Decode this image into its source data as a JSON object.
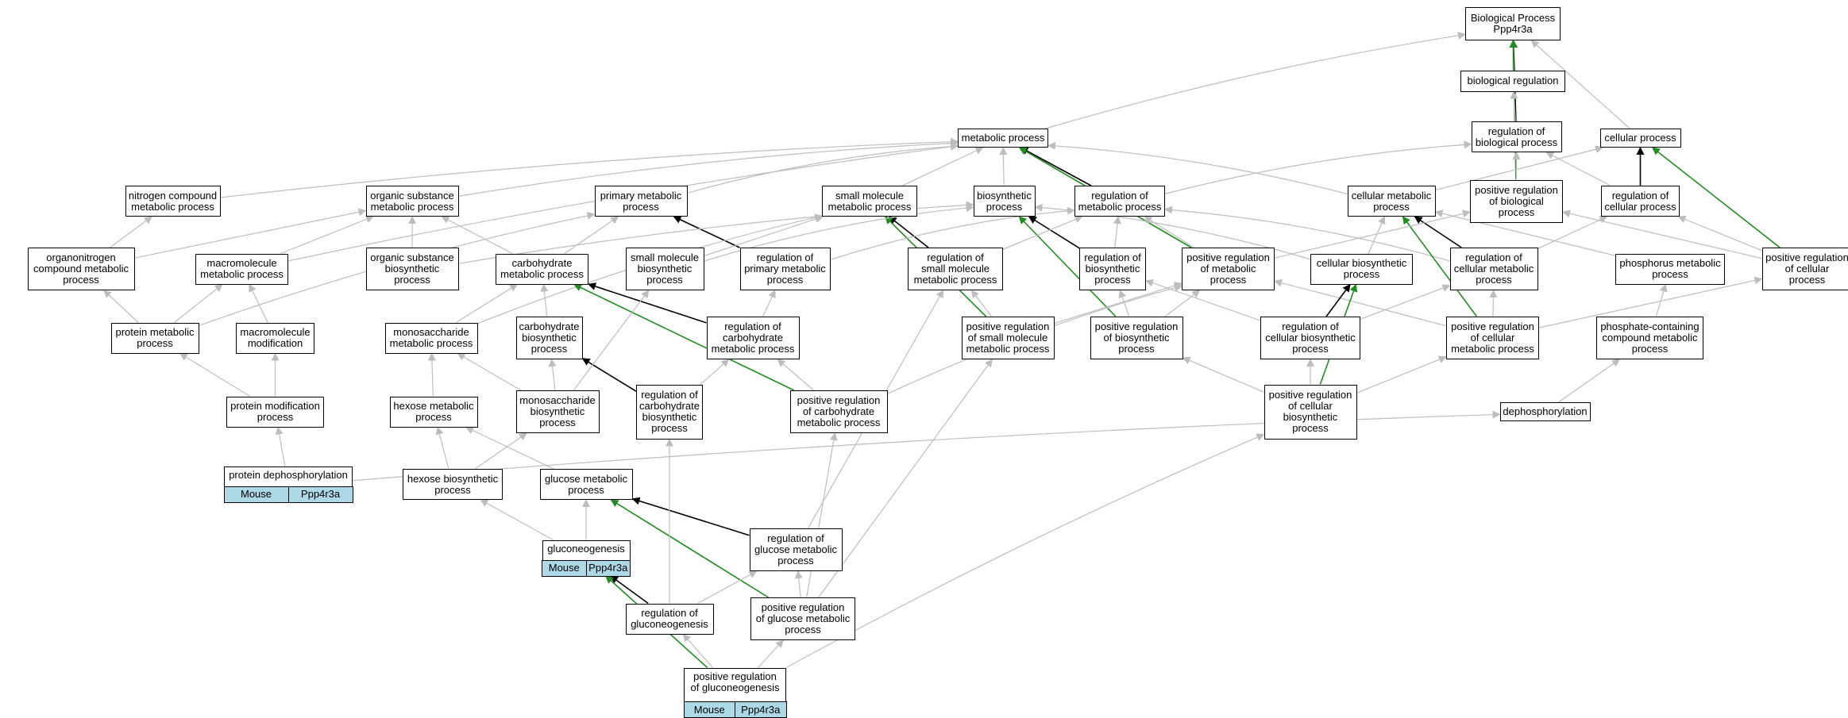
{
  "legend": {
    "organism": "Mouse",
    "gene": "Ppp4r3a"
  },
  "colors": {
    "is_a": "#bdbdbd",
    "regulates": "#000000",
    "positively_regulates": "#228b22",
    "annotation_fill": "#add8e6"
  },
  "nodes": [
    {
      "id": "root",
      "label": "Biological Process\nPpp4r3a"
    },
    {
      "id": "bioreg",
      "label": "biological regulation"
    },
    {
      "id": "regbio",
      "label": "regulation of\nbiological process"
    },
    {
      "id": "cellproc",
      "label": "cellular process"
    },
    {
      "id": "metab",
      "label": "metabolic process"
    },
    {
      "id": "nitrogen",
      "label": "nitrogen compound\nmetabolic process"
    },
    {
      "id": "orgsub",
      "label": "organic substance\nmetabolic process"
    },
    {
      "id": "primary",
      "label": "primary metabolic\nprocess"
    },
    {
      "id": "smallmol",
      "label": "small molecule\nmetabolic process"
    },
    {
      "id": "biosyn",
      "label": "biosynthetic\nprocess"
    },
    {
      "id": "regmetab",
      "label": "regulation of\nmetabolic process"
    },
    {
      "id": "cellmetab",
      "label": "cellular metabolic\nprocess"
    },
    {
      "id": "posregbio",
      "label": "positive regulation\nof biological\nprocess"
    },
    {
      "id": "regcell",
      "label": "regulation of\ncellular process"
    },
    {
      "id": "organonitrogen",
      "label": "organonitrogen\ncompound metabolic\nprocess"
    },
    {
      "id": "macromol",
      "label": "macromolecule\nmetabolic process"
    },
    {
      "id": "orgsubbio",
      "label": "organic substance\nbiosynthetic\nprocess"
    },
    {
      "id": "carbmetab",
      "label": "carbohydrate\nmetabolic process"
    },
    {
      "id": "smallmolbio",
      "label": "small molecule\nbiosynthetic\nprocess"
    },
    {
      "id": "regprimary",
      "label": "regulation of\nprimary metabolic\nprocess"
    },
    {
      "id": "regsmallmol",
      "label": "regulation of\nsmall molecule\nmetabolic process"
    },
    {
      "id": "regbiosyn",
      "label": "regulation of\nbiosynthetic\nprocess"
    },
    {
      "id": "posregmetab",
      "label": "positive regulation\nof metabolic\nprocess"
    },
    {
      "id": "cellbiosyn",
      "label": "cellular biosynthetic\nprocess"
    },
    {
      "id": "regcellmetab",
      "label": "regulation of\ncellular metabolic\nprocess"
    },
    {
      "id": "phosphorus",
      "label": "phosphorus metabolic\nprocess"
    },
    {
      "id": "posregcell",
      "label": "positive regulation\nof cellular\nprocess"
    },
    {
      "id": "proteinmetab",
      "label": "protein metabolic\nprocess"
    },
    {
      "id": "macromod",
      "label": "macromolecule\nmodification"
    },
    {
      "id": "monosacmetab",
      "label": "monosaccharide\nmetabolic process"
    },
    {
      "id": "carbbio",
      "label": "carbohydrate\nbiosynthetic\nprocess"
    },
    {
      "id": "regcarb",
      "label": "regulation of\ncarbohydrate\nmetabolic process"
    },
    {
      "id": "posregsmall",
      "label": "positive regulation\nof small molecule\nmetabolic process"
    },
    {
      "id": "posregbiosyn",
      "label": "positive regulation\nof biosynthetic\nprocess"
    },
    {
      "id": "regcellbiosyn",
      "label": "regulation of\ncellular biosynthetic\nprocess"
    },
    {
      "id": "posregcellmetab",
      "label": "positive regulation\nof cellular\nmetabolic process"
    },
    {
      "id": "phosphate",
      "label": "phosphate-containing\ncompound metabolic\nprocess"
    },
    {
      "id": "protmod",
      "label": "protein modification\nprocess"
    },
    {
      "id": "hexosemetab",
      "label": "hexose metabolic\nprocess"
    },
    {
      "id": "monosacbio",
      "label": "monosaccharide\nbiosynthetic\nprocess"
    },
    {
      "id": "regcarbbio",
      "label": "regulation of\ncarbohydrate\nbiosynthetic\nprocess"
    },
    {
      "id": "posregcarb",
      "label": "positive regulation\nof carbohydrate\nmetabolic process"
    },
    {
      "id": "posregcellbiosyn",
      "label": "positive regulation\nof cellular\nbiosynthetic\nprocess"
    },
    {
      "id": "dephos",
      "label": "dephosphorylation"
    },
    {
      "id": "protdephos",
      "label": "protein dephosphorylation",
      "annotated": true
    },
    {
      "id": "hexosebio",
      "label": "hexose biosynthetic\nprocess"
    },
    {
      "id": "glucosemetab",
      "label": "glucose metabolic\nprocess"
    },
    {
      "id": "gluconeo",
      "label": "gluconeogenesis",
      "annotated": true
    },
    {
      "id": "regglucose",
      "label": "regulation of\nglucose metabolic\nprocess"
    },
    {
      "id": "reggluconeo",
      "label": "regulation of\ngluconeogenesis"
    },
    {
      "id": "posregglucose",
      "label": "positive regulation\nof glucose metabolic\nprocess"
    },
    {
      "id": "posreggluconeo",
      "label": "positive regulation\nof gluconeogenesis",
      "annotated": true
    }
  ],
  "edges": [
    {
      "from": "bioreg",
      "to": "root",
      "type": "is_a"
    },
    {
      "from": "metab",
      "to": "root",
      "type": "is_a"
    },
    {
      "from": "cellproc",
      "to": "root",
      "type": "is_a"
    },
    {
      "from": "regbio",
      "to": "root",
      "type": "regulates"
    },
    {
      "from": "posregbio",
      "to": "root",
      "type": "positively_regulates"
    },
    {
      "from": "regbio",
      "to": "bioreg",
      "type": "is_a"
    },
    {
      "from": "posregbio",
      "to": "regbio",
      "type": "is_a"
    },
    {
      "from": "regmetab",
      "to": "regbio",
      "type": "is_a"
    },
    {
      "from": "regcell",
      "to": "regbio",
      "type": "is_a"
    },
    {
      "from": "cellmetab",
      "to": "cellproc",
      "type": "is_a"
    },
    {
      "from": "regcell",
      "to": "cellproc",
      "type": "regulates"
    },
    {
      "from": "posregcell",
      "to": "cellproc",
      "type": "positively_regulates"
    },
    {
      "from": "nitrogen",
      "to": "metab",
      "type": "is_a"
    },
    {
      "from": "orgsub",
      "to": "metab",
      "type": "is_a"
    },
    {
      "from": "primary",
      "to": "metab",
      "type": "is_a"
    },
    {
      "from": "smallmol",
      "to": "metab",
      "type": "is_a"
    },
    {
      "from": "biosyn",
      "to": "metab",
      "type": "is_a"
    },
    {
      "from": "cellmetab",
      "to": "metab",
      "type": "is_a"
    },
    {
      "from": "macromol",
      "to": "metab",
      "type": "is_a"
    },
    {
      "from": "regmetab",
      "to": "metab",
      "type": "regulates"
    },
    {
      "from": "posregmetab",
      "to": "metab",
      "type": "positively_regulates"
    },
    {
      "from": "organonitrogen",
      "to": "nitrogen",
      "type": "is_a"
    },
    {
      "from": "organonitrogen",
      "to": "orgsub",
      "type": "is_a"
    },
    {
      "from": "macromol",
      "to": "orgsub",
      "type": "is_a"
    },
    {
      "from": "orgsubbio",
      "to": "orgsub",
      "type": "is_a"
    },
    {
      "from": "carbmetab",
      "to": "orgsub",
      "type": "is_a"
    },
    {
      "from": "carbmetab",
      "to": "primary",
      "type": "is_a"
    },
    {
      "from": "proteinmetab",
      "to": "primary",
      "type": "is_a"
    },
    {
      "from": "regprimary",
      "to": "primary",
      "type": "regulates"
    },
    {
      "from": "smallmolbio",
      "to": "smallmol",
      "type": "is_a"
    },
    {
      "from": "monosacmetab",
      "to": "smallmol",
      "type": "is_a"
    },
    {
      "from": "regsmallmol",
      "to": "smallmol",
      "type": "regulates"
    },
    {
      "from": "posregsmall",
      "to": "smallmol",
      "type": "positively_regulates"
    },
    {
      "from": "orgsubbio",
      "to": "biosyn",
      "type": "is_a"
    },
    {
      "from": "smallmolbio",
      "to": "biosyn",
      "type": "is_a"
    },
    {
      "from": "cellbiosyn",
      "to": "biosyn",
      "type": "is_a"
    },
    {
      "from": "regbiosyn",
      "to": "biosyn",
      "type": "regulates"
    },
    {
      "from": "posregbiosyn",
      "to": "biosyn",
      "type": "positively_regulates"
    },
    {
      "from": "regprimary",
      "to": "regmetab",
      "type": "is_a"
    },
    {
      "from": "regsmallmol",
      "to": "regmetab",
      "type": "is_a"
    },
    {
      "from": "regbiosyn",
      "to": "regmetab",
      "type": "is_a"
    },
    {
      "from": "posregmetab",
      "to": "regmetab",
      "type": "is_a"
    },
    {
      "from": "regcellmetab",
      "to": "regmetab",
      "type": "is_a"
    },
    {
      "from": "cellbiosyn",
      "to": "cellmetab",
      "type": "is_a"
    },
    {
      "from": "phosphorus",
      "to": "cellmetab",
      "type": "is_a"
    },
    {
      "from": "regcellmetab",
      "to": "cellmetab",
      "type": "regulates"
    },
    {
      "from": "posregcellmetab",
      "to": "cellmetab",
      "type": "positively_regulates"
    },
    {
      "from": "posregmetab",
      "to": "posregbio",
      "type": "is_a"
    },
    {
      "from": "posregcell",
      "to": "posregbio",
      "type": "is_a"
    },
    {
      "from": "regcellmetab",
      "to": "regcell",
      "type": "is_a"
    },
    {
      "from": "posregcell",
      "to": "regcell",
      "type": "is_a"
    },
    {
      "from": "proteinmetab",
      "to": "organonitrogen",
      "type": "is_a"
    },
    {
      "from": "proteinmetab",
      "to": "macromol",
      "type": "is_a"
    },
    {
      "from": "macromod",
      "to": "macromol",
      "type": "is_a"
    },
    {
      "from": "monosacmetab",
      "to": "carbmetab",
      "type": "is_a"
    },
    {
      "from": "carbbio",
      "to": "carbmetab",
      "type": "is_a"
    },
    {
      "from": "regcarb",
      "to": "carbmetab",
      "type": "regulates"
    },
    {
      "from": "posregcarb",
      "to": "carbmetab",
      "type": "positively_regulates"
    },
    {
      "from": "regcarb",
      "to": "regprimary",
      "type": "is_a"
    },
    {
      "from": "posregsmall",
      "to": "regsmallmol",
      "type": "is_a"
    },
    {
      "from": "regcellbiosyn",
      "to": "regbiosyn",
      "type": "is_a"
    },
    {
      "from": "posregbiosyn",
      "to": "regbiosyn",
      "type": "is_a"
    },
    {
      "from": "posregbiosyn",
      "to": "posregmetab",
      "type": "is_a"
    },
    {
      "from": "posregsmall",
      "to": "posregmetab",
      "type": "is_a"
    },
    {
      "from": "posregcellmetab",
      "to": "posregmetab",
      "type": "is_a"
    },
    {
      "from": "regcellbiosyn",
      "to": "cellbiosyn",
      "type": "regulates"
    },
    {
      "from": "posregcellbiosyn",
      "to": "cellbiosyn",
      "type": "positively_regulates"
    },
    {
      "from": "regcellbiosyn",
      "to": "regcellmetab",
      "type": "is_a"
    },
    {
      "from": "posregcellmetab",
      "to": "regcellmetab",
      "type": "is_a"
    },
    {
      "from": "phosphate",
      "to": "phosphorus",
      "type": "is_a"
    },
    {
      "from": "posregcellmetab",
      "to": "posregcell",
      "type": "is_a"
    },
    {
      "from": "protmod",
      "to": "proteinmetab",
      "type": "is_a"
    },
    {
      "from": "protmod",
      "to": "macromod",
      "type": "is_a"
    },
    {
      "from": "hexosemetab",
      "to": "monosacmetab",
      "type": "is_a"
    },
    {
      "from": "monosacbio",
      "to": "monosacmetab",
      "type": "is_a"
    },
    {
      "from": "monosacbio",
      "to": "carbbio",
      "type": "is_a"
    },
    {
      "from": "regcarbbio",
      "to": "carbbio",
      "type": "regulates"
    },
    {
      "from": "regcarbbio",
      "to": "regcarb",
      "type": "is_a"
    },
    {
      "from": "posregcarb",
      "to": "regcarb",
      "type": "is_a"
    },
    {
      "from": "posregcellbiosyn",
      "to": "posregbiosyn",
      "type": "is_a"
    },
    {
      "from": "posregcellbiosyn",
      "to": "regcellbiosyn",
      "type": "is_a"
    },
    {
      "from": "posregcellbiosyn",
      "to": "posregcellmetab",
      "type": "is_a"
    },
    {
      "from": "dephos",
      "to": "phosphate",
      "type": "is_a"
    },
    {
      "from": "protdephos",
      "to": "protmod",
      "type": "is_a"
    },
    {
      "from": "protdephos",
      "to": "dephos",
      "type": "is_a"
    },
    {
      "from": "hexosebio",
      "to": "hexosemetab",
      "type": "is_a"
    },
    {
      "from": "glucosemetab",
      "to": "hexosemetab",
      "type": "is_a"
    },
    {
      "from": "hexosebio",
      "to": "monosacbio",
      "type": "is_a"
    },
    {
      "from": "gluconeo",
      "to": "hexosebio",
      "type": "is_a"
    },
    {
      "from": "gluconeo",
      "to": "glucosemetab",
      "type": "is_a"
    },
    {
      "from": "regglucose",
      "to": "glucosemetab",
      "type": "regulates"
    },
    {
      "from": "posregglucose",
      "to": "glucosemetab",
      "type": "positively_regulates"
    },
    {
      "from": "reggluconeo",
      "to": "gluconeo",
      "type": "regulates"
    },
    {
      "from": "posreggluconeo",
      "to": "gluconeo",
      "type": "positively_regulates"
    },
    {
      "from": "reggluconeo",
      "to": "regglucose",
      "type": "is_a"
    },
    {
      "from": "reggluconeo",
      "to": "regcarbbio",
      "type": "is_a"
    },
    {
      "from": "posregglucose",
      "to": "regglucose",
      "type": "is_a"
    },
    {
      "from": "posregglucose",
      "to": "posregcarb",
      "type": "is_a"
    },
    {
      "from": "posreggluconeo",
      "to": "reggluconeo",
      "type": "is_a"
    },
    {
      "from": "posreggluconeo",
      "to": "posregglucose",
      "type": "is_a"
    },
    {
      "from": "posreggluconeo",
      "to": "posregcellbiosyn",
      "type": "is_a"
    },
    {
      "from": "regglucose",
      "to": "regsmallmol",
      "type": "is_a"
    },
    {
      "from": "posregglucose",
      "to": "posregsmall",
      "type": "is_a"
    },
    {
      "from": "posregcarb",
      "to": "posregmetab",
      "type": "is_a"
    },
    {
      "from": "monosacbio",
      "to": "smallmolbio",
      "type": "is_a"
    }
  ]
}
